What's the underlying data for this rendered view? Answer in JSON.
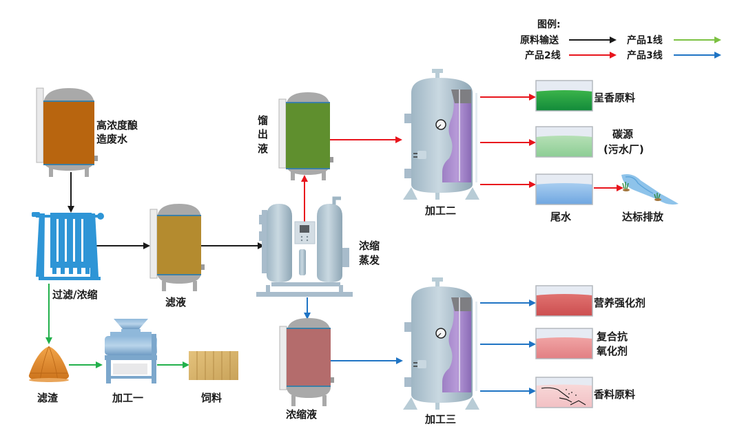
{
  "legend": {
    "title": "图例:",
    "items": [
      {
        "label": "原料输送",
        "color": "#1a1a1a"
      },
      {
        "label": "产品1线",
        "color": "#7cc142"
      },
      {
        "label": "产品2线",
        "color": "#e8141c"
      },
      {
        "label": "产品3线",
        "color": "#1f74c4"
      }
    ]
  },
  "colors": {
    "raw": "#1a1a1a",
    "line1": "#22b04b",
    "line2": "#e8141c",
    "line3": "#1f74c4"
  },
  "nodes": {
    "raw_wastewater": {
      "line1": "高浓度酿",
      "line2": "造废水"
    },
    "filtration": "过滤/浓缩",
    "filtrate": "滤液",
    "evaporation": {
      "line1": "浓缩",
      "line2": "蒸发"
    },
    "distillate": {
      "c1": "馏",
      "c2": "出",
      "c3": "液"
    },
    "concentrate": "浓缩液",
    "residue": "滤渣",
    "process1": "加工一",
    "feed": "饲料",
    "process2": "加工二",
    "process3": "加工三",
    "aroma_raw": "呈香原料",
    "carbon_source": {
      "line1": "碳源",
      "line2": "(污水厂)"
    },
    "tail_water": "尾水",
    "discharge": "达标排放",
    "nutrient": "营养强化剂",
    "antioxidant": {
      "line1": "复合抗",
      "line2": "氧化剂"
    },
    "flavor_raw": "香料原料"
  }
}
